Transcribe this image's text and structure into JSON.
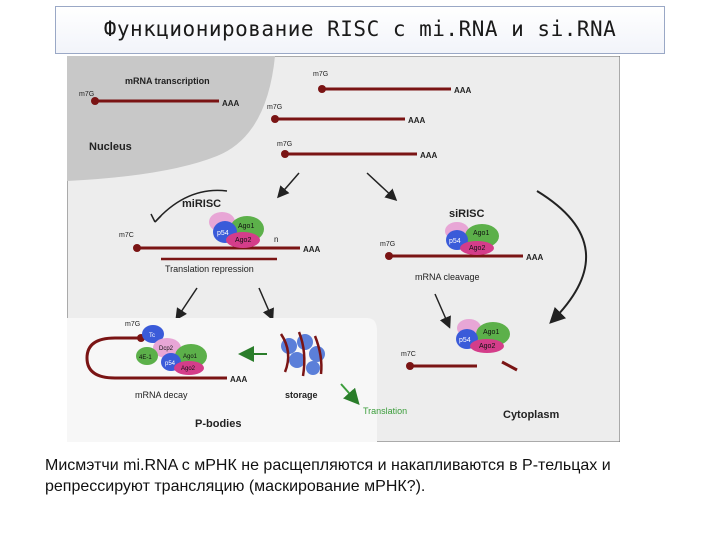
{
  "title": "Функционирование RISC с mi.RNA и si.RNA",
  "diagram": {
    "mrna_transcription": "mRNA transcription",
    "nucleus": "Nucleus",
    "cytoplasm": "Cytoplasm",
    "p_bodies": "P-bodies",
    "cap": "m7G",
    "cap_c": "m7C",
    "poly_a": "AAA",
    "mirisc": "miRISC",
    "sirisc": "siRISC",
    "translation_repression": "Translation repression",
    "mrna_cleavage": "mRNA cleavage",
    "mrna_decay": "mRNA decay",
    "storage": "storage",
    "translation": "Translation",
    "n_label": "n",
    "proteins": {
      "p54": "p54",
      "ago1": "Ago1",
      "ago2": "Ago2",
      "dcp2": "Dcp2",
      "e4e1": "4E-1",
      "tc": "Tc"
    },
    "colors": {
      "mrna": "#7a1414",
      "nucleus_fill": "#c8c8c8",
      "cytoplasm_fill": "#ededed",
      "p54": "#3a5bd9",
      "ago1": "#5cb04a",
      "ago2": "#d43d8a",
      "pink_cap": "#e8a6d6",
      "translation_arrow": "#3b9d3b",
      "green_arrow": "#2a7d2a"
    }
  },
  "caption": "Мисмэтчи mi.RNA с мРНК не расщепляются и накапливаются в Р-тельцах и репрессируют трансляцию (маскирование мРНК?)."
}
